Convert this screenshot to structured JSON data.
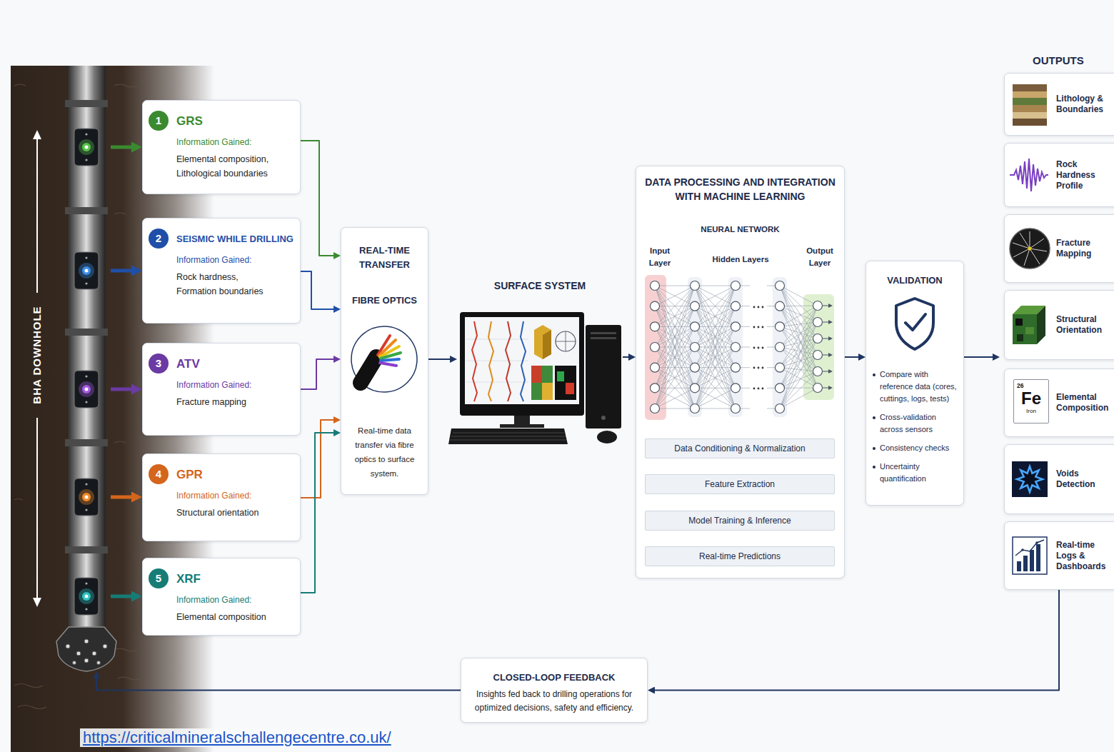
{
  "diagram": {
    "nodes": [
      {
        "text": [
          "BHA DOWNHOLE"
        ]
      },
      {
        "text": [
          "GRS",
          "Information Gained:",
          "Elemental composition, Lithological boundaries"
        ]
      },
      {
        "text": [
          "1"
        ],
        "in": 1
      },
      {
        "text": [
          "SEISMIC WHILE DRILLING",
          "Information Gained:",
          "Rock hardness, Formation boundaries"
        ]
      },
      {
        "text": [
          "2"
        ],
        "in": 3
      },
      {
        "text": [
          "ATV",
          "Information Gained:",
          "Fracture mapping"
        ]
      },
      {
        "text": [
          "3"
        ],
        "in": 5
      },
      {
        "text": [
          "GPR",
          "Information Gained:",
          "Structural orientation"
        ]
      },
      {
        "text": [
          "4"
        ],
        "in": 7
      },
      {
        "text": [
          "XRF",
          "Information Gained:",
          "Elemental composition"
        ]
      },
      {
        "text": [
          "5"
        ],
        "in": 9
      },
      {
        "text": [
          "REAL-TIME TRANSFER",
          "FIBRE OPTICS",
          "Real-time data transfer via fibre optics to surface system."
        ]
      },
      {
        "text": [
          "SURFACE SYSTEM"
        ]
      },
      {
        "text": [
          "DATA PROCESSING AND INTEGRATION WITH MACHINE LEARNING",
          "NEURAL NETWORK",
          "Input Layer",
          "Hidden Layers",
          "Output Layer"
        ]
      },
      {
        "text": [
          "Data Conditioning & Normalization"
        ],
        "in": 13
      },
      {
        "text": [
          "Feature Extraction"
        ],
        "in": 13
      },
      {
        "text": [
          "Model Training & Inference"
        ],
        "in": 13
      },
      {
        "text": [
          "Real-time Predictions"
        ],
        "in": 13
      },
      {
        "text": [
          "VALIDATION",
          "Compare with reference data (cores, cuttings, logs, tests)",
          "Cross-validation across sensors",
          "Consistency checks",
          "Uncertainty quantification"
        ]
      },
      {
        "text": [
          "OUTPUTS"
        ]
      },
      {
        "text": [
          "Lithology & Boundaries"
        ],
        "in": 19
      },
      {
        "text": [
          "Rock Hardness Profile"
        ],
        "in": 19
      },
      {
        "text": [
          "Fracture Mapping"
        ],
        "in": 19
      },
      {
        "text": [
          "Structural Orientation"
        ],
        "in": 19
      },
      {
        "text": [
          "Elemental Composition"
        ],
        "in": 19
      },
      {
        "text": [
          "26",
          "Fe",
          "Iron"
        ],
        "in": 24
      },
      {
        "text": [
          "Voids Detection"
        ],
        "in": 19
      },
      {
        "text": [
          "Real-time Logs & Dashboards"
        ],
        "in": 19
      },
      {
        "text": [
          "CLOSED-LOOP FEEDBACK",
          "Insights fed back to drilling operations for optimized decisions, safety and efficiency."
        ]
      }
    ],
    "edges": [
      {
        "from": 0,
        "to": 1,
        "arrow": "to"
      },
      {
        "from": 0,
        "to": 3,
        "arrow": "to"
      },
      {
        "from": 0,
        "to": 5,
        "arrow": "to"
      },
      {
        "from": 0,
        "to": 7,
        "arrow": "to"
      },
      {
        "from": 0,
        "to": 9,
        "arrow": "to"
      },
      {
        "from": 1,
        "to": 11,
        "arrow": "to"
      },
      {
        "from": 3,
        "to": 11,
        "arrow": "to"
      },
      {
        "from": 5,
        "to": 11,
        "arrow": "to"
      },
      {
        "from": 7,
        "to": 11,
        "arrow": "to"
      },
      {
        "from": 9,
        "to": 11,
        "arrow": "to"
      },
      {
        "from": 11,
        "to": 12,
        "arrow": "to"
      },
      {
        "from": 12,
        "to": 13,
        "arrow": "to"
      },
      {
        "from": 14,
        "to": 15,
        "arrow": "to"
      },
      {
        "from": 15,
        "to": 16,
        "arrow": "to"
      },
      {
        "from": 16,
        "to": 17,
        "arrow": "to"
      },
      {
        "from": 13,
        "to": 18,
        "arrow": "to"
      },
      {
        "from": 18,
        "to": 19,
        "arrow": "to"
      },
      {
        "from": 27,
        "to": 28,
        "arrow": "to"
      },
      {
        "from": 28,
        "to": 0,
        "arrow": "to"
      }
    ],
    "labels": [
      "https://criticalmineralschallengecentre.co.uk/"
    ]
  }
}
